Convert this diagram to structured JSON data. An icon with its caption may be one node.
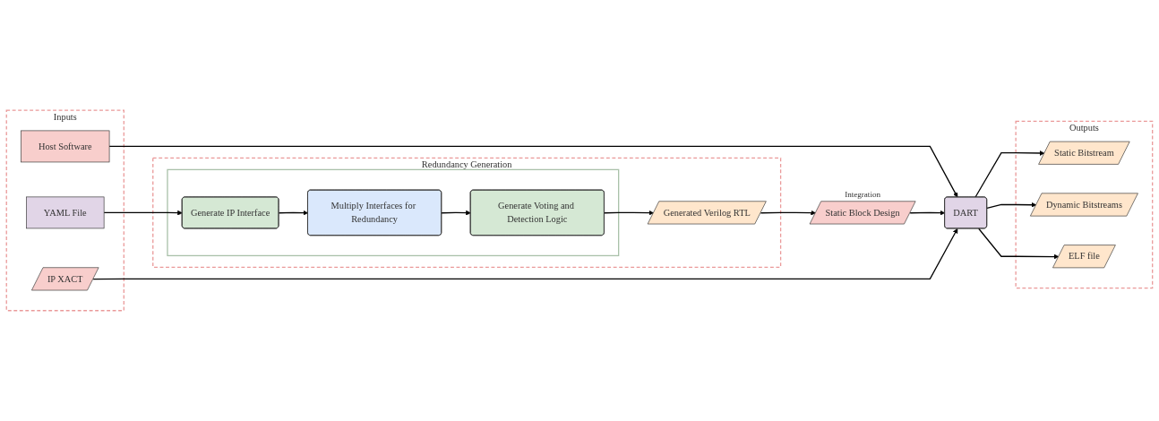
{
  "diagram": {
    "nodes": [
      {
        "text": [
          "Inputs"
        ]
      },
      {
        "text": [
          "Host Software"
        ],
        "in": 0
      },
      {
        "text": [
          "YAML File"
        ],
        "in": 0
      },
      {
        "text": [
          "IP XACT"
        ],
        "in": 0
      },
      {
        "text": [
          "Redundancy Generation"
        ]
      },
      {
        "text": [],
        "shape": "box",
        "in": 4
      },
      {
        "text": [
          "Generate IP Interface"
        ],
        "in": 5
      },
      {
        "text": [
          "Multiply Interfaces for Redundancy"
        ],
        "in": 5
      },
      {
        "text": [
          "Generate Voting and Detection Logic"
        ],
        "in": 5
      },
      {
        "text": [
          "Generated Verilog RTL"
        ],
        "in": 4
      },
      {
        "text": [
          "Static Block Design"
        ],
        "beside": [
          "Integration"
        ]
      },
      {
        "text": [
          "DART"
        ]
      },
      {
        "text": [
          "Outputs"
        ]
      },
      {
        "text": [
          "Static Bitstream"
        ],
        "in": 12
      },
      {
        "text": [
          "Dynamic Bitstreams"
        ],
        "in": 12
      },
      {
        "text": [
          "ELF file"
        ],
        "in": 12
      }
    ],
    "edges": [
      {
        "from": 1,
        "to": 11,
        "arrow": "to"
      },
      {
        "from": 2,
        "to": 6,
        "arrow": "to"
      },
      {
        "from": 6,
        "to": 7,
        "arrow": "to"
      },
      {
        "from": 7,
        "to": 8,
        "arrow": "to"
      },
      {
        "from": 8,
        "to": 9,
        "arrow": "to"
      },
      {
        "from": 9,
        "to": 10,
        "arrow": "to"
      },
      {
        "from": 10,
        "to": 11,
        "arrow": "to"
      },
      {
        "from": 3,
        "to": 11,
        "arrow": "to"
      },
      {
        "from": 11,
        "to": 13,
        "arrow": "to"
      },
      {
        "from": 11,
        "to": 14,
        "arrow": "to"
      },
      {
        "from": 11,
        "to": 15,
        "arrow": "to"
      }
    ]
  }
}
